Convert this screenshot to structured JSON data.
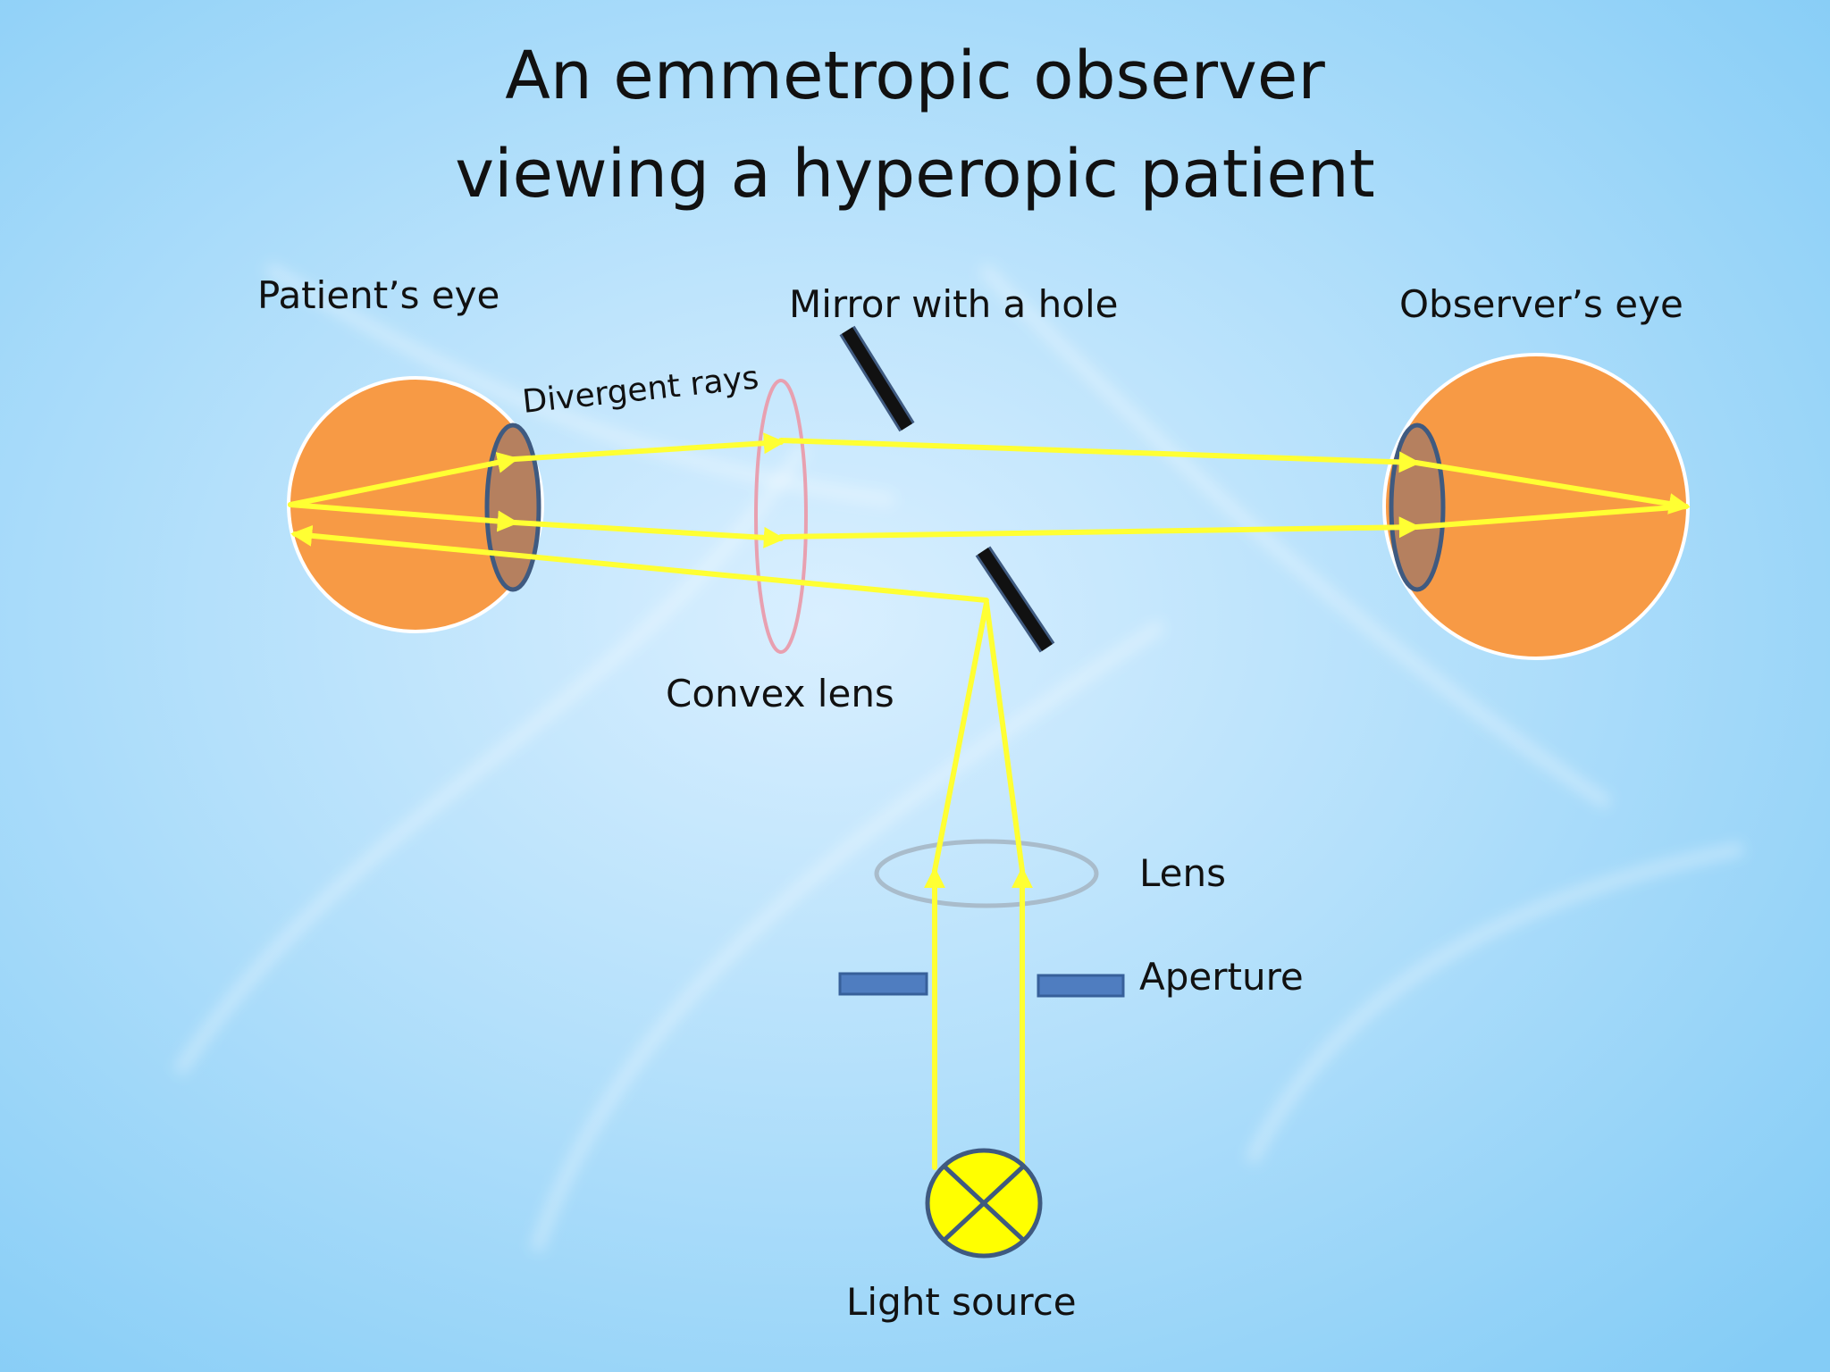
{
  "title": {
    "line1": "An emmetropic observer",
    "line2": "viewing a hyperopic patient"
  },
  "labels": {
    "patient_eye": "Patient’s eye",
    "mirror": "Mirror with a hole",
    "observer_eye": "Observer’s eye",
    "divergent_rays": "Divergent rays",
    "convex_lens": "Convex lens",
    "lens": "Lens",
    "aperture": "Aperture",
    "light_source": "Light source"
  },
  "colors": {
    "background": "#8fd0f5",
    "eye_orange": "#f79a45",
    "pupil_brown": "#b5805f",
    "pupil_outline": "#3f5a80",
    "ray_yellow": "#ffff33",
    "mirror_black": "#111111",
    "convex_lens_pink": "#e8a0b0",
    "lens_gray": "#a9bccb",
    "aperture_blue": "#4f7dc0",
    "light_source_yellow": "#ffff00"
  }
}
